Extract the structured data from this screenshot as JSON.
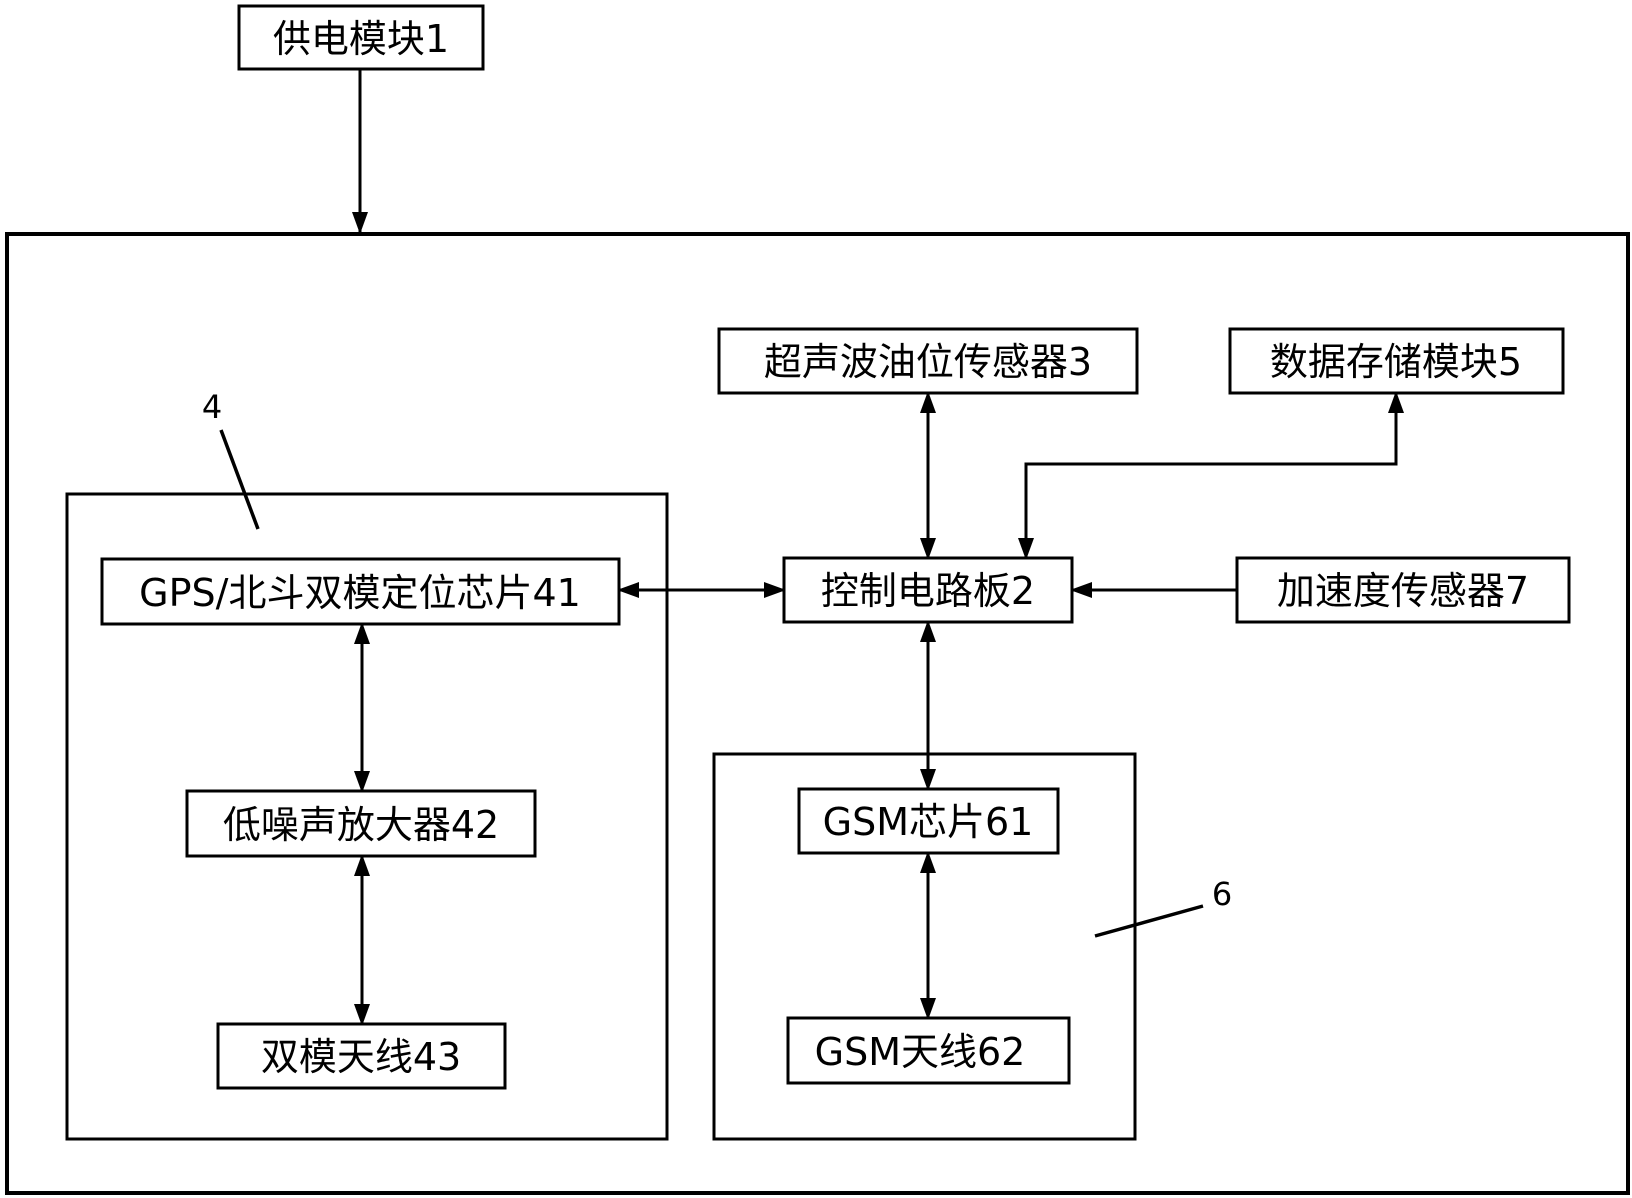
{
  "diagram": {
    "colors": {
      "stroke": "#000000",
      "background": "#ffffff"
    },
    "nodes": {
      "power": {
        "label": "供电模块1"
      },
      "ultrasonic": {
        "label": "超声波油位传感器3"
      },
      "storage": {
        "label": "数据存储模块5"
      },
      "control": {
        "label": "控制电路板2"
      },
      "accel": {
        "label": "加速度传感器7"
      },
      "gps_chip": {
        "label": "GPS/北斗双模定位芯片41"
      },
      "lna": {
        "label": "低噪声放大器42"
      },
      "dual_antenna": {
        "label": "双模天线43"
      },
      "gsm_chip": {
        "label": "GSM芯片61"
      },
      "gsm_antenna": {
        "label": "GSM天线62"
      }
    },
    "groups": {
      "positioning": {
        "ref": "4"
      },
      "gsm": {
        "ref": "6"
      }
    },
    "edges": [
      {
        "from": "power",
        "to": "device-frame",
        "direction": "one-way"
      },
      {
        "from": "ultrasonic",
        "to": "control",
        "direction": "two-way"
      },
      {
        "from": "storage",
        "to": "control",
        "direction": "two-way"
      },
      {
        "from": "gps_chip",
        "to": "control",
        "direction": "two-way"
      },
      {
        "from": "accel",
        "to": "control",
        "direction": "one-way"
      },
      {
        "from": "control",
        "to": "gsm_chip",
        "direction": "two-way"
      },
      {
        "from": "gps_chip",
        "to": "lna",
        "direction": "two-way"
      },
      {
        "from": "lna",
        "to": "dual_antenna",
        "direction": "two-way"
      },
      {
        "from": "gsm_chip",
        "to": "gsm_antenna",
        "direction": "two-way"
      }
    ]
  }
}
